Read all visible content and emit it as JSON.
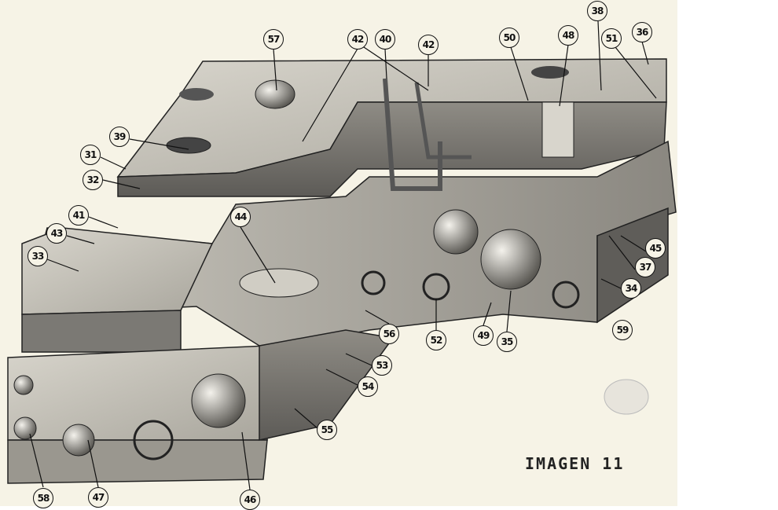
{
  "caption": "IMAGEN 11",
  "callouts": [
    "57",
    "42",
    "40",
    "42",
    "50",
    "48",
    "38",
    "51",
    "36",
    "39",
    "31",
    "32",
    "41",
    "43",
    "33",
    "44",
    "45",
    "37",
    "34",
    "59",
    "56",
    "52",
    "49",
    "35",
    "53",
    "54",
    "55",
    "58",
    "47",
    "46"
  ]
}
